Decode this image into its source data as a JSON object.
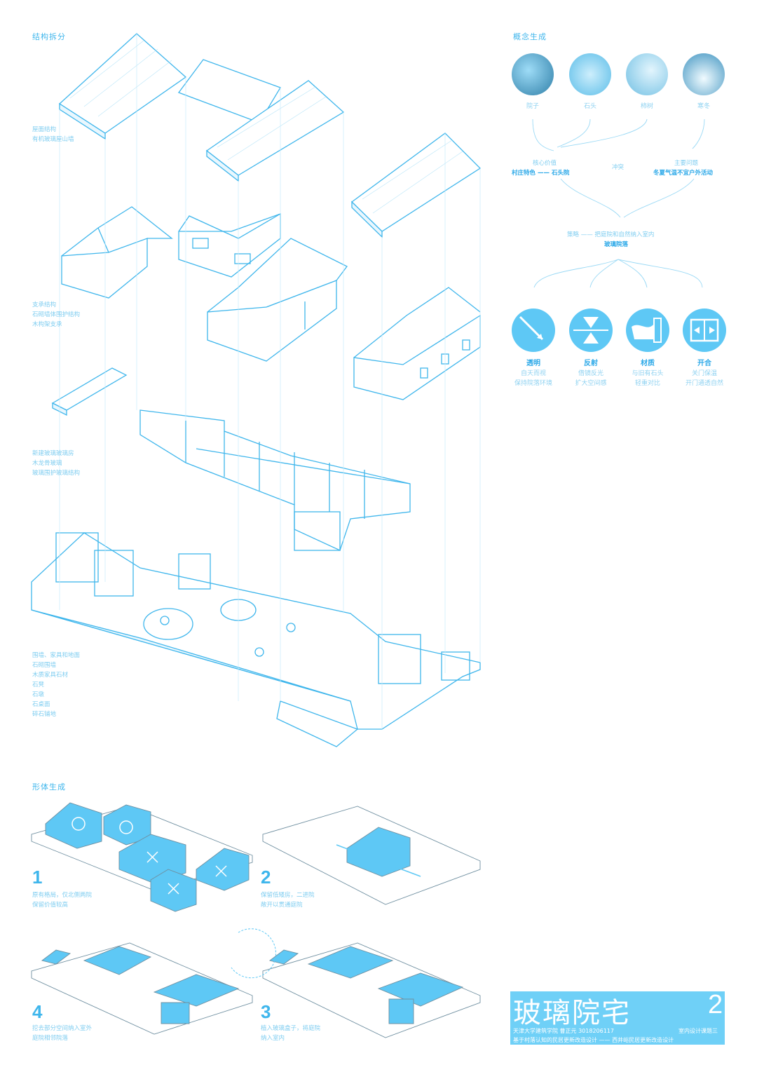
{
  "sections": {
    "structure": "结构拆分",
    "concept": "概念生成",
    "form": "形体生成"
  },
  "structure_labels": [
    {
      "title": "屋面结构",
      "items": [
        "有机玻璃屋山墙"
      ]
    },
    {
      "title": "支承结构",
      "items": [
        "石砌墙体围护结构",
        "木构架支承"
      ]
    },
    {
      "title": "新建玻璃玻璃房",
      "items": [
        "木龙骨玻璃",
        "玻璃围护玻璃结构"
      ]
    },
    {
      "title": "围墙、家具和地面",
      "items": [
        "石砌围墙",
        "木质家具石材",
        "石凳",
        "石墩",
        "石桌面",
        "碎石铺地"
      ]
    }
  ],
  "concept": {
    "images": [
      "院子",
      "石头",
      "柿树",
      "寒冬"
    ],
    "core_value_label": "核心价值",
    "core_value": "村庄特色 —— 石头院",
    "conflict": "冲突",
    "problem_label": "主要问题",
    "problem": "冬夏气温不宜户外活动",
    "strategy_line": "策略 —— 把庭院和自然纳入室内",
    "strategy": "玻璃院落",
    "icons": [
      {
        "name": "transparent",
        "title": "透明",
        "lines": [
          "自天而视",
          "保持院落环境"
        ]
      },
      {
        "name": "reflect",
        "title": "反射",
        "lines": [
          "借镜反光",
          "扩大空间感"
        ]
      },
      {
        "name": "material",
        "title": "材质",
        "lines": [
          "与旧有石头",
          "轻重对比"
        ]
      },
      {
        "name": "open-close",
        "title": "开合",
        "lines": [
          "关门保温",
          "开门通透自然"
        ]
      }
    ]
  },
  "form_steps": [
    {
      "num": "1",
      "lines": [
        "原有格局，仅北侧两院",
        "保留价值较高"
      ]
    },
    {
      "num": "2",
      "lines": [
        "保留低矮房，二进院",
        "敞开以贯通庭院"
      ]
    },
    {
      "num": "3",
      "lines": [
        "植入玻璃盒子，将庭院",
        "纳入室内"
      ]
    },
    {
      "num": "4",
      "lines": [
        "挖去部分空间纳入室外",
        "庭院相邻院落"
      ]
    }
  ],
  "title_block": {
    "title": "玻璃院宅",
    "page_num": "2",
    "info": "天津大学建筑学院    曹正元    3018206117",
    "course": "室内设计课题三",
    "subtitle": "基于村落认知的民居更新改造设计 —— 西井峪民居更新改造设计"
  }
}
